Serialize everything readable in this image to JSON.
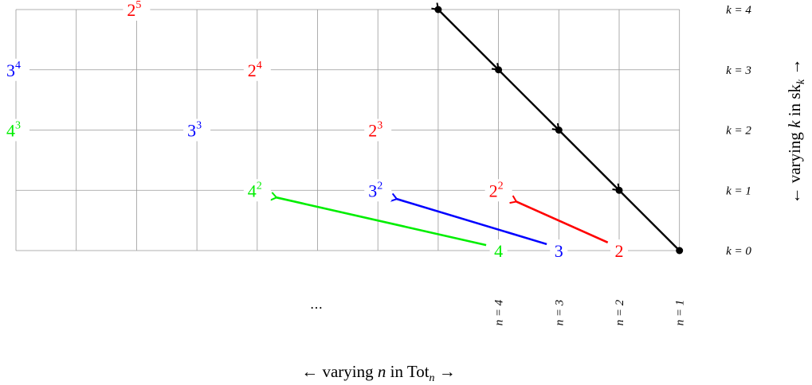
{
  "colors": {
    "two": "#ff0000",
    "three": "#0000ff",
    "four": "#00ee00",
    "black": "#000000",
    "grid": "#999999"
  },
  "grid": {
    "columns": 11,
    "rows": 5
  },
  "nodes": [
    {
      "id": "p2_0",
      "base": "2",
      "exp": "",
      "col": 10,
      "row": 0,
      "color": "two"
    },
    {
      "id": "p3_0",
      "base": "3",
      "exp": "",
      "col": 9,
      "row": 0,
      "color": "three"
    },
    {
      "id": "p4_0",
      "base": "4",
      "exp": "",
      "col": 8,
      "row": 0,
      "color": "four"
    },
    {
      "id": "p2_1",
      "base": "2",
      "exp": "2",
      "col": 8,
      "row": 1,
      "color": "two"
    },
    {
      "id": "p3_1",
      "base": "3",
      "exp": "2",
      "col": 6,
      "row": 1,
      "color": "three"
    },
    {
      "id": "p4_1",
      "base": "4",
      "exp": "2",
      "col": 4,
      "row": 1,
      "color": "four"
    },
    {
      "id": "p2_2",
      "base": "2",
      "exp": "3",
      "col": 6,
      "row": 2,
      "color": "two"
    },
    {
      "id": "p3_2",
      "base": "3",
      "exp": "3",
      "col": 3,
      "row": 2,
      "color": "three"
    },
    {
      "id": "p4_2",
      "base": "4",
      "exp": "3",
      "col": 0,
      "row": 2,
      "color": "four"
    },
    {
      "id": "p2_3",
      "base": "2",
      "exp": "4",
      "col": 4,
      "row": 3,
      "color": "two"
    },
    {
      "id": "p3_3",
      "base": "3",
      "exp": "4",
      "col": 0,
      "row": 3,
      "color": "three"
    },
    {
      "id": "p2_4",
      "base": "2",
      "exp": "5",
      "col": 2,
      "row": 4,
      "color": "two"
    }
  ],
  "colored_arrows": [
    {
      "from": "p2_0",
      "to": "p2_1",
      "color": "two"
    },
    {
      "from": "p3_0",
      "to": "p3_1",
      "color": "three"
    },
    {
      "from": "p4_0",
      "to": "p4_1",
      "color": "four"
    }
  ],
  "diagonal": {
    "points": [
      {
        "col": 11,
        "row": 0
      },
      {
        "col": 10,
        "row": 1
      },
      {
        "col": 9,
        "row": 2
      },
      {
        "col": 8,
        "row": 3
      },
      {
        "col": 7,
        "row": 4
      }
    ]
  },
  "k_labels": [
    {
      "text": "k = 0",
      "row": 0
    },
    {
      "text": "k = 1",
      "row": 1
    },
    {
      "text": "k = 2",
      "row": 2
    },
    {
      "text": "k = 3",
      "row": 3
    },
    {
      "text": "k = 4",
      "row": 4
    }
  ],
  "n_labels": [
    {
      "text": "n = 4",
      "col": 8
    },
    {
      "text": "n = 3",
      "col": 9
    },
    {
      "text": "n = 2",
      "col": 10
    },
    {
      "text": "n = 1",
      "col": 11
    }
  ],
  "ellipsis": "…",
  "axis_bottom": {
    "left": "← varying ",
    "var": "n",
    "mid": " in Tot",
    "sub": "n",
    "right": "  →"
  },
  "axis_right": {
    "left": "← varying ",
    "var": "k",
    "mid": " in sk",
    "sub": "k",
    "right": "  →"
  }
}
